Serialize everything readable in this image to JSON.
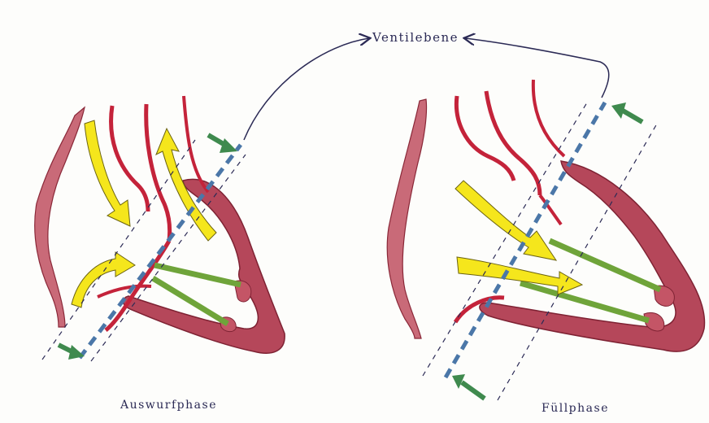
{
  "labels": {
    "valve_plane": "Ventilebene",
    "ejection_phase": "Auswurfphase",
    "filling_phase": "Füllphase"
  },
  "colors": {
    "tissue": "#b5475a",
    "vessel": "#c4233a",
    "arrow_flow": "#f5e61c",
    "arrow_movement": "#3f8a4e",
    "valve_line": "#4b77a8",
    "chordae": "#6fa43a",
    "ink": "#2b2a55"
  }
}
